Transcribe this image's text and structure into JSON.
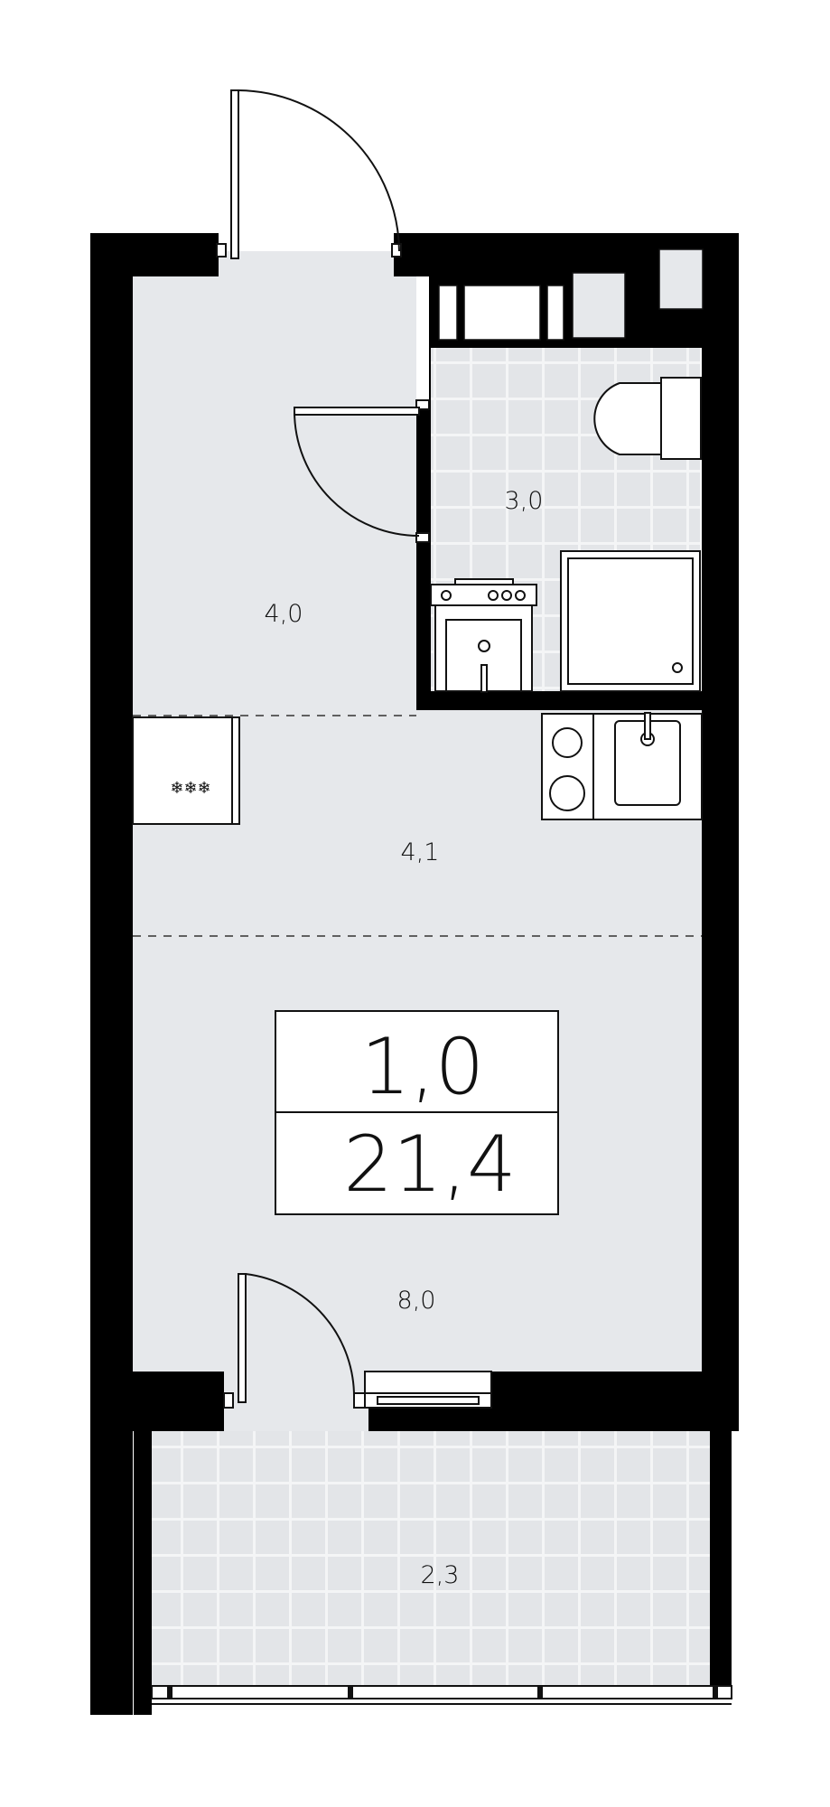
{
  "plan": {
    "rooms": [
      {
        "id": "hallway",
        "area": "4,0"
      },
      {
        "id": "bathroom",
        "area": "3,0"
      },
      {
        "id": "kitchen",
        "area": "4,1"
      },
      {
        "id": "living",
        "area": "8,0"
      },
      {
        "id": "balcony",
        "area": "2,3"
      }
    ],
    "summary": {
      "rooms_count": "1,0",
      "total_area": "21,4"
    }
  },
  "colors": {
    "wall": "#000000",
    "floor": "#e6e8eb",
    "tile": "#e3e5e8",
    "tile_grid": "#f4f5f6",
    "line": "#111111"
  },
  "icons": [
    "door-swing-icon",
    "toilet-icon",
    "shower-icon",
    "washbasin-icon",
    "washing-machine-icon",
    "stove-icon",
    "kitchen-sink-icon",
    "radiator-icon",
    "wardrobe-icon"
  ]
}
